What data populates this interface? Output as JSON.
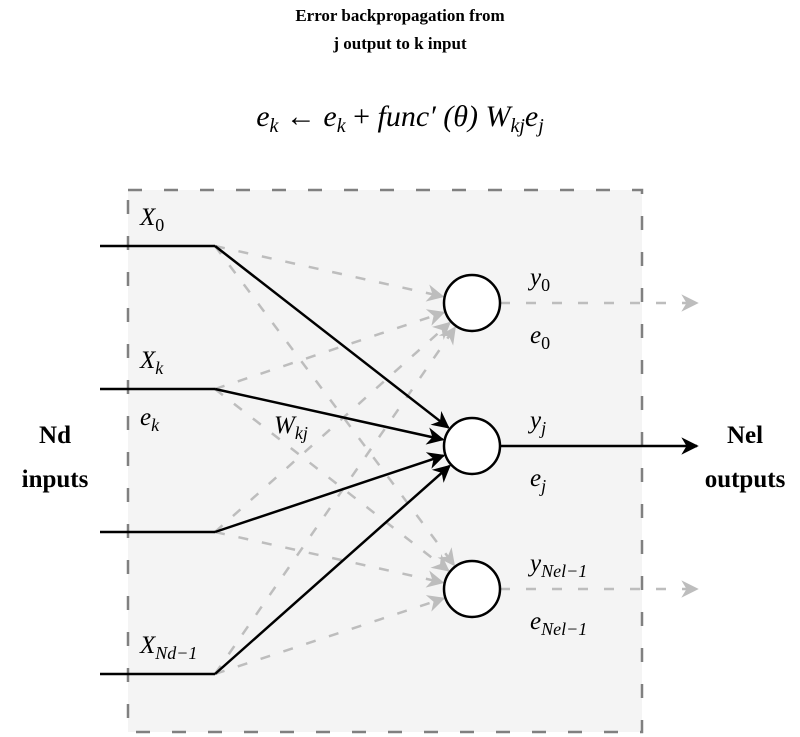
{
  "title": {
    "line1": "Error backpropagation from",
    "line2": "j output to k input"
  },
  "equation": {
    "lhs": "e",
    "lhs_sub": "k",
    "arrow": "←",
    "term1": "e",
    "term1_sub": "k",
    "plus": "+",
    "func": "func′",
    "theta": "(θ)",
    "weight": "W",
    "weight_sub": "kj",
    "err": "e",
    "err_sub": "j"
  },
  "left_label": {
    "line1": "Nd",
    "line2": "inputs"
  },
  "right_label": {
    "line1": "Nel",
    "line2": "outputs"
  },
  "inputs": [
    {
      "name": "X",
      "sub": "0"
    },
    {
      "name": "X",
      "sub": "k",
      "error": "e",
      "error_sub": "k"
    },
    {
      "name": "",
      "sub": ""
    },
    {
      "name": "X",
      "sub": "Nd−1"
    }
  ],
  "weight_label": {
    "name": "W",
    "sub": "kj"
  },
  "outputs": [
    {
      "y": "y",
      "y_sub": "0",
      "e": "e",
      "e_sub": "0",
      "active": false
    },
    {
      "y": "y",
      "y_sub": "j",
      "e": "e",
      "e_sub": "j",
      "active": true
    },
    {
      "y": "y",
      "y_sub": "Nel−1",
      "e": "e",
      "e_sub": "Nel−1",
      "active": false
    }
  ],
  "colors": {
    "box_fill": "#f4f4f4",
    "box_border": "#808080",
    "active_line": "#000000",
    "inactive_line": "#bdbdbd",
    "node_fill": "#ffffff"
  }
}
